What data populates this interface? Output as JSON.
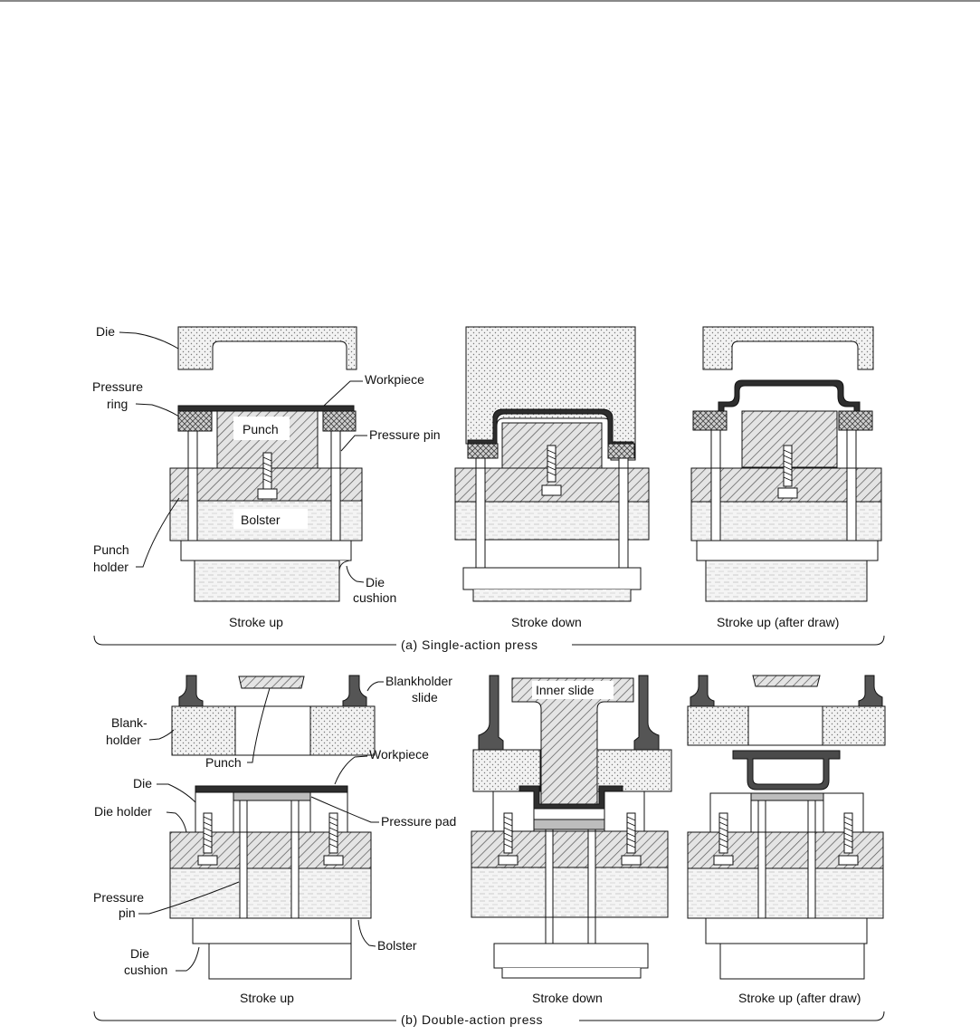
{
  "part_a": {
    "section_label": "(a) Single-action press",
    "captions": [
      "Stroke up",
      "Stroke down",
      "Stroke up (after draw)"
    ],
    "labels": {
      "die": "Die",
      "workpiece": "Workpiece",
      "pressure_ring_1": "Pressure",
      "pressure_ring_2": "ring",
      "punch": "Punch",
      "pressure_pin": "Pressure pin",
      "bolster": "Bolster",
      "punch_holder_1": "Punch",
      "punch_holder_2": "holder",
      "die_cushion_1": "Die",
      "die_cushion_2": "cushion"
    }
  },
  "part_b": {
    "section_label": "(b) Double-action press",
    "captions": [
      "Stroke up",
      "Stroke down",
      "Stroke up (after draw)"
    ],
    "labels": {
      "blankholder_slide_1": "Blankholder",
      "blankholder_slide_2": "slide",
      "blankholder_1": "Blank-",
      "blankholder_2": "holder",
      "punch": "Punch",
      "workpiece": "Workpiece",
      "die": "Die",
      "die_holder": "Die holder",
      "pressure_pad": "Pressure pad",
      "pressure_pin_1": "Pressure",
      "pressure_pin_2": "pin",
      "die_cushion_1": "Die",
      "die_cushion_2": "cushion",
      "bolster": "Bolster",
      "inner_slide": "Inner slide"
    }
  }
}
